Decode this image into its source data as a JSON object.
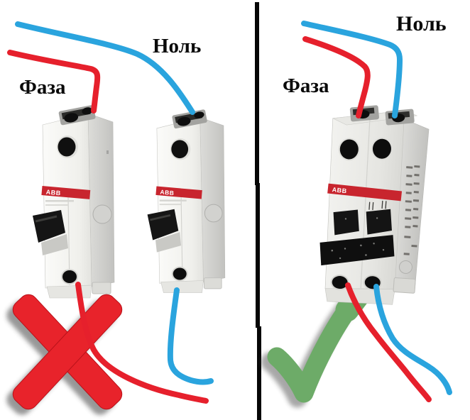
{
  "image": {
    "type": "wiring-comparison",
    "background": "#ffffff",
    "divider_color": "#000000"
  },
  "labels": {
    "left_neutral": "Ноль",
    "left_phase": "Фаза",
    "right_neutral": "Ноль",
    "right_phase": "Фаза"
  },
  "brand": {
    "name": "ABB"
  },
  "colors": {
    "phase_wire": "#e6202c",
    "neutral_wire": "#2aa4de",
    "wrong_mark": "#e8232b",
    "correct_mark": "#6dab68",
    "breaker_band": "#c8252e"
  },
  "panels": {
    "left": {
      "verdict": "wrong",
      "breakers": [
        {
          "type": "single-pole",
          "brand": "ABB",
          "wire": "phase"
        },
        {
          "type": "single-pole",
          "brand": "ABB",
          "wire": "neutral"
        }
      ]
    },
    "right": {
      "verdict": "correct",
      "breakers": [
        {
          "type": "double-pole",
          "brand": "ABB",
          "wires": [
            "phase",
            "neutral"
          ]
        }
      ]
    }
  }
}
